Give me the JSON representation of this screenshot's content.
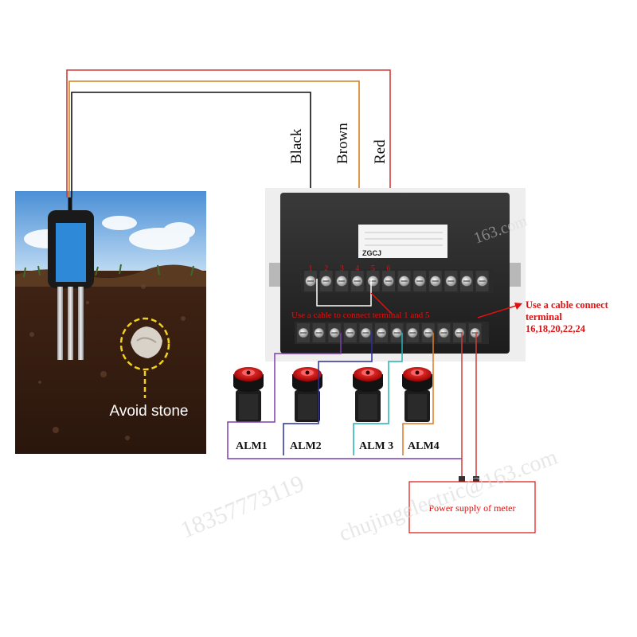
{
  "wire_labels": {
    "black": "Black",
    "brown": "Brown",
    "red": "Red"
  },
  "colors": {
    "black_wire": "#111111",
    "brown_wire": "#d2821e",
    "red_wire": "#d23c3c",
    "alm1_wire": "#7b3fb0",
    "alm2_wire": "#2b2fa0",
    "alm3_wire": "#22b4b4",
    "alm4_wire": "#e07820",
    "annotation": "#e01010"
  },
  "sensor_photo": {
    "avoid_label": "Avoid stone"
  },
  "meter": {
    "brand": "ZGCJ",
    "top_terminal_numbers": [
      "1",
      "2",
      "3",
      "4",
      "5",
      "6"
    ]
  },
  "annotations": {
    "terminal_note": "Use a cable to connect terminal 1 and 5",
    "side_note_line1": "Use a cable connect",
    "side_note_line2": "terminal",
    "side_note_line3": "16,18,20,22,24"
  },
  "alarms": [
    "ALM1",
    "ALM2",
    "ALM 3",
    "ALM4"
  ],
  "power_supply": {
    "label": "Power supply of meter"
  },
  "watermarks": {
    "phone": "18357773119",
    "email": "chujingelectric@163.com",
    "email_small": "163.com"
  }
}
